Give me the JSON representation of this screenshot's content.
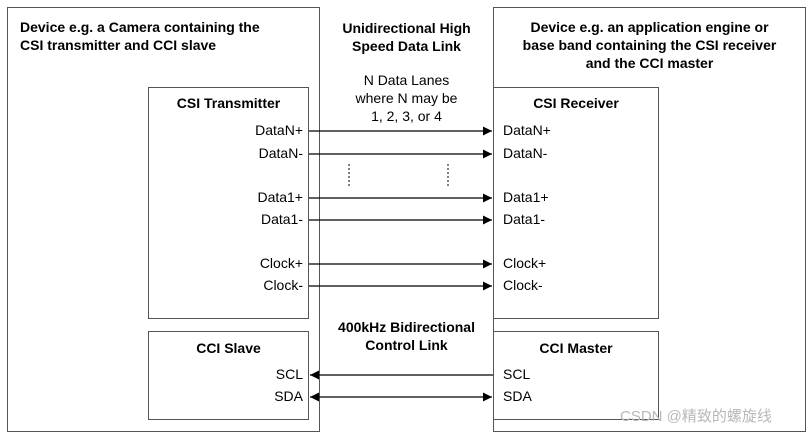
{
  "transmitter_device": {
    "title_line1": "Device e.g. a Camera containing the",
    "title_line2": "CSI transmitter and CCI slave"
  },
  "receiver_device": {
    "title_line1": "Device e.g. an application engine or",
    "title_line2": "base band containing the CSI receiver",
    "title_line3": "and the CCI master"
  },
  "high_speed_link": {
    "title_line1": "Unidirectional High",
    "title_line2": "Speed Data  Link",
    "note_line1": "N Data Lanes",
    "note_line2": "where N may be",
    "note_line3": "1, 2, 3, or 4"
  },
  "csi_transmitter": {
    "title": "CSI Transmitter",
    "signals": [
      "DataN+",
      "DataN-",
      "Data1+",
      "Data1-",
      "Clock+",
      "Clock-"
    ]
  },
  "csi_receiver": {
    "title": "CSI Receiver",
    "signals": [
      "DataN+",
      "DataN-",
      "Data1+",
      "Data1-",
      "Clock+",
      "Clock-"
    ]
  },
  "control_link": {
    "title_line1": "400kHz Bidirectional",
    "title_line2": "Control Link"
  },
  "cci_slave": {
    "title": "CCI Slave",
    "signals": [
      "SCL",
      "SDA"
    ]
  },
  "cci_master": {
    "title": "CCI Master",
    "signals": [
      "SCL",
      "SDA"
    ]
  },
  "watermark": "CSDN @精致的螺旋线"
}
